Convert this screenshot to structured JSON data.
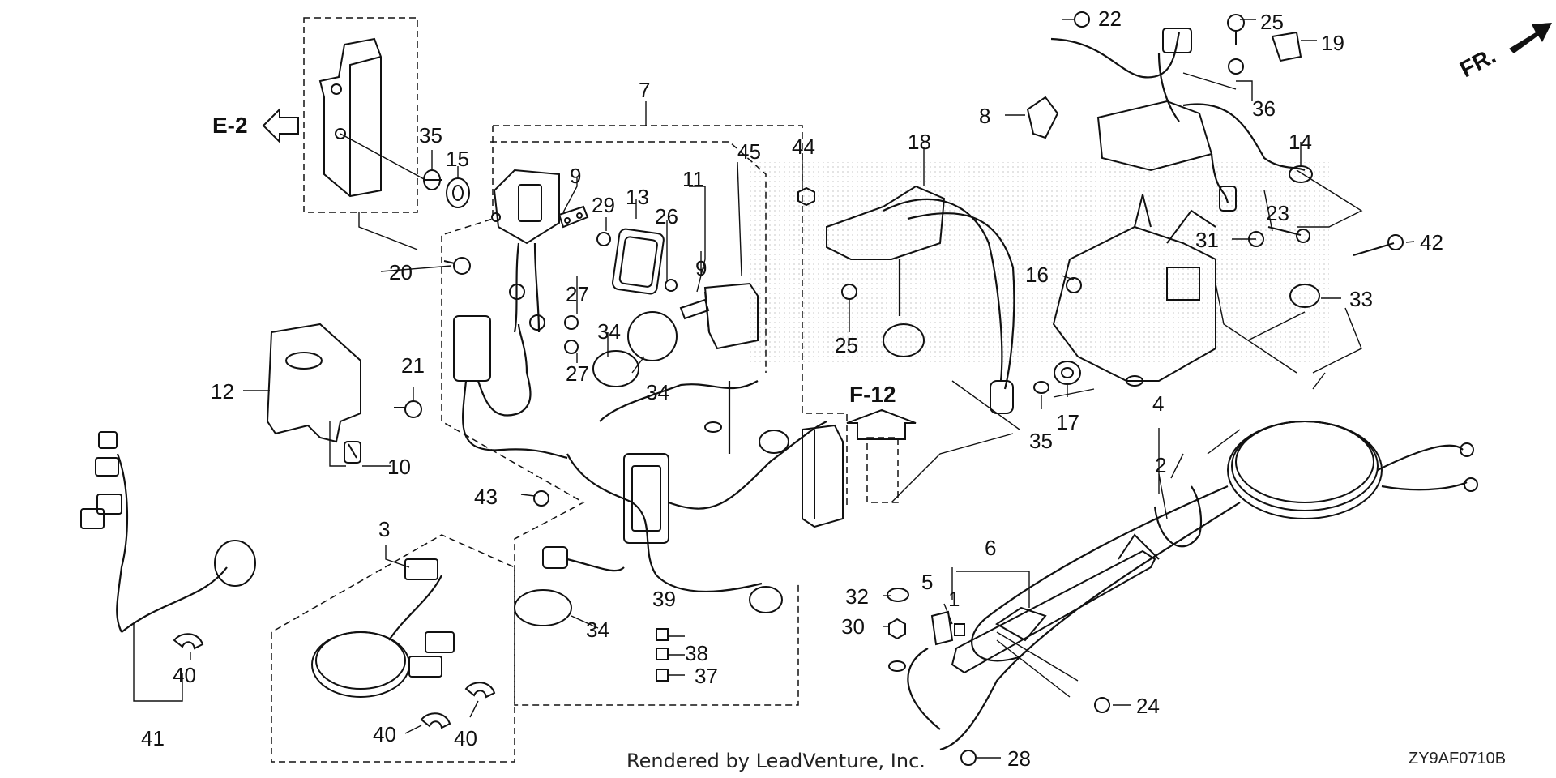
{
  "diagram": {
    "refs": {
      "e2": "E-2",
      "f12": "F-12",
      "fr": "FR."
    },
    "callouts": {
      "c1": "1",
      "c2": "2",
      "c3": "3",
      "c4": "4",
      "c5": "5",
      "c6": "6",
      "c7": "7",
      "c8": "8",
      "c9a": "9",
      "c9b": "9",
      "c10": "10",
      "c11": "11",
      "c12": "12",
      "c13": "13",
      "c14": "14",
      "c15": "15",
      "c16": "16",
      "c17": "17",
      "c18": "18",
      "c19": "19",
      "c20": "20",
      "c21": "21",
      "c22": "22",
      "c23": "23",
      "c24": "24",
      "c25a": "25",
      "c25b": "25",
      "c26": "26",
      "c27a": "27",
      "c27b": "27",
      "c28": "28",
      "c29": "29",
      "c30": "30",
      "c31": "31",
      "c32": "32",
      "c33": "33",
      "c34a": "34",
      "c34b": "34",
      "c34c": "34",
      "c35a": "35",
      "c35b": "35",
      "c36": "36",
      "c37": "37",
      "c38": "38",
      "c39": "39",
      "c40a": "40",
      "c40b": "40",
      "c40c": "40",
      "c41": "41",
      "c42": "42",
      "c43": "43",
      "c44": "44",
      "c45": "45"
    },
    "footer": "Rendered by LeadVenture, Inc.",
    "code": "ZY9AF0710B"
  }
}
